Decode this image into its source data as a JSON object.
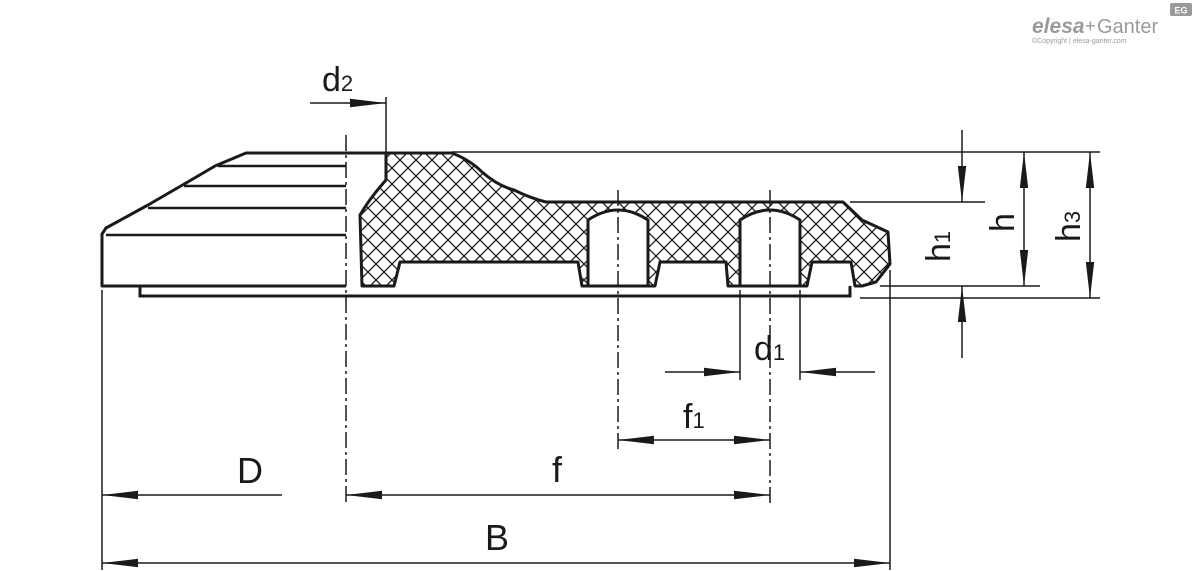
{
  "brand": {
    "name_part1": "elesa",
    "plus": "+",
    "name_part2": "Ganter",
    "badge": "EG",
    "copyright": "©Copyright | elesa-ganter.com"
  },
  "dimensions": {
    "d2": {
      "base": "d",
      "sub": "2"
    },
    "d1": {
      "base": "d",
      "sub": "1"
    },
    "f1": {
      "base": "f",
      "sub": "1"
    },
    "f": "f",
    "D": "D",
    "B": "B",
    "h": "h",
    "h1": {
      "base": "h",
      "sub": "1"
    },
    "h3": {
      "base": "h",
      "sub": "3"
    }
  },
  "colors": {
    "ink": "#1a1a1a",
    "logo": "#9a9a9a"
  }
}
